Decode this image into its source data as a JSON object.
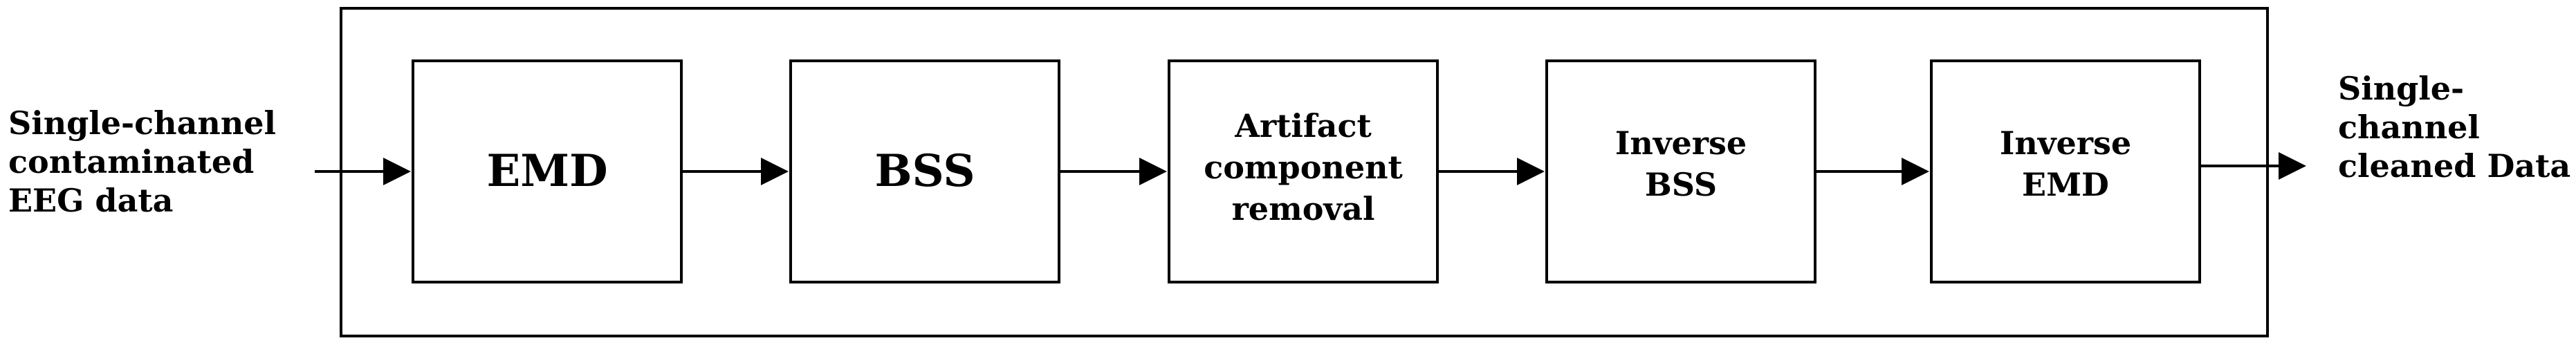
{
  "input_label": "Single-channel\ncontaminated\nEEG data",
  "output_label": "Single-\nchannel\ncleaned Data",
  "steps": [
    {
      "label": "EMD"
    },
    {
      "label": "BSS"
    },
    {
      "label": "Artifact\ncomponent\nremoval"
    },
    {
      "label": "Inverse\nBSS"
    },
    {
      "label": "Inverse\nEMD"
    }
  ]
}
